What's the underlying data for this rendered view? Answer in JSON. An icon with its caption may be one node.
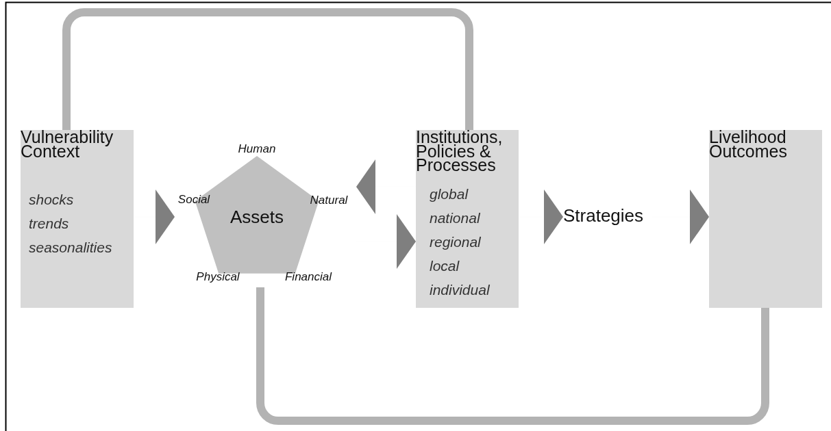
{
  "diagram": {
    "nodes": [
      {
        "text": [
          "Vulnerability Context",
          "shocks",
          "trends",
          "seasonalities"
        ]
      },
      {
        "text": [
          "Assets"
        ],
        "beside": [
          "Human",
          "Natural",
          "Financial",
          "Physical",
          "Social"
        ]
      },
      {
        "text": [
          "Institutions, Policies & Processes",
          "global",
          "national",
          "regional",
          "local",
          "individual"
        ]
      },
      {
        "text": [
          "Strategies"
        ]
      },
      {
        "text": [
          "Livelihood Outcomes"
        ]
      }
    ],
    "edges": [
      {
        "from": 0,
        "to": 1,
        "arrow": "to"
      },
      {
        "from": 2,
        "to": 1,
        "arrow": "to"
      },
      {
        "from": 1,
        "to": 2,
        "arrow": "to"
      },
      {
        "from": 2,
        "to": 3,
        "arrow": "to"
      },
      {
        "from": 3,
        "to": 4,
        "arrow": "to"
      },
      {
        "from": 0,
        "to": 2,
        "arrow": "none",
        "style": "thick",
        "color": "#b3b3b3"
      },
      {
        "from": 4,
        "to": 1,
        "arrow": "none",
        "style": "thick",
        "color": "#b3b3b3"
      }
    ]
  }
}
